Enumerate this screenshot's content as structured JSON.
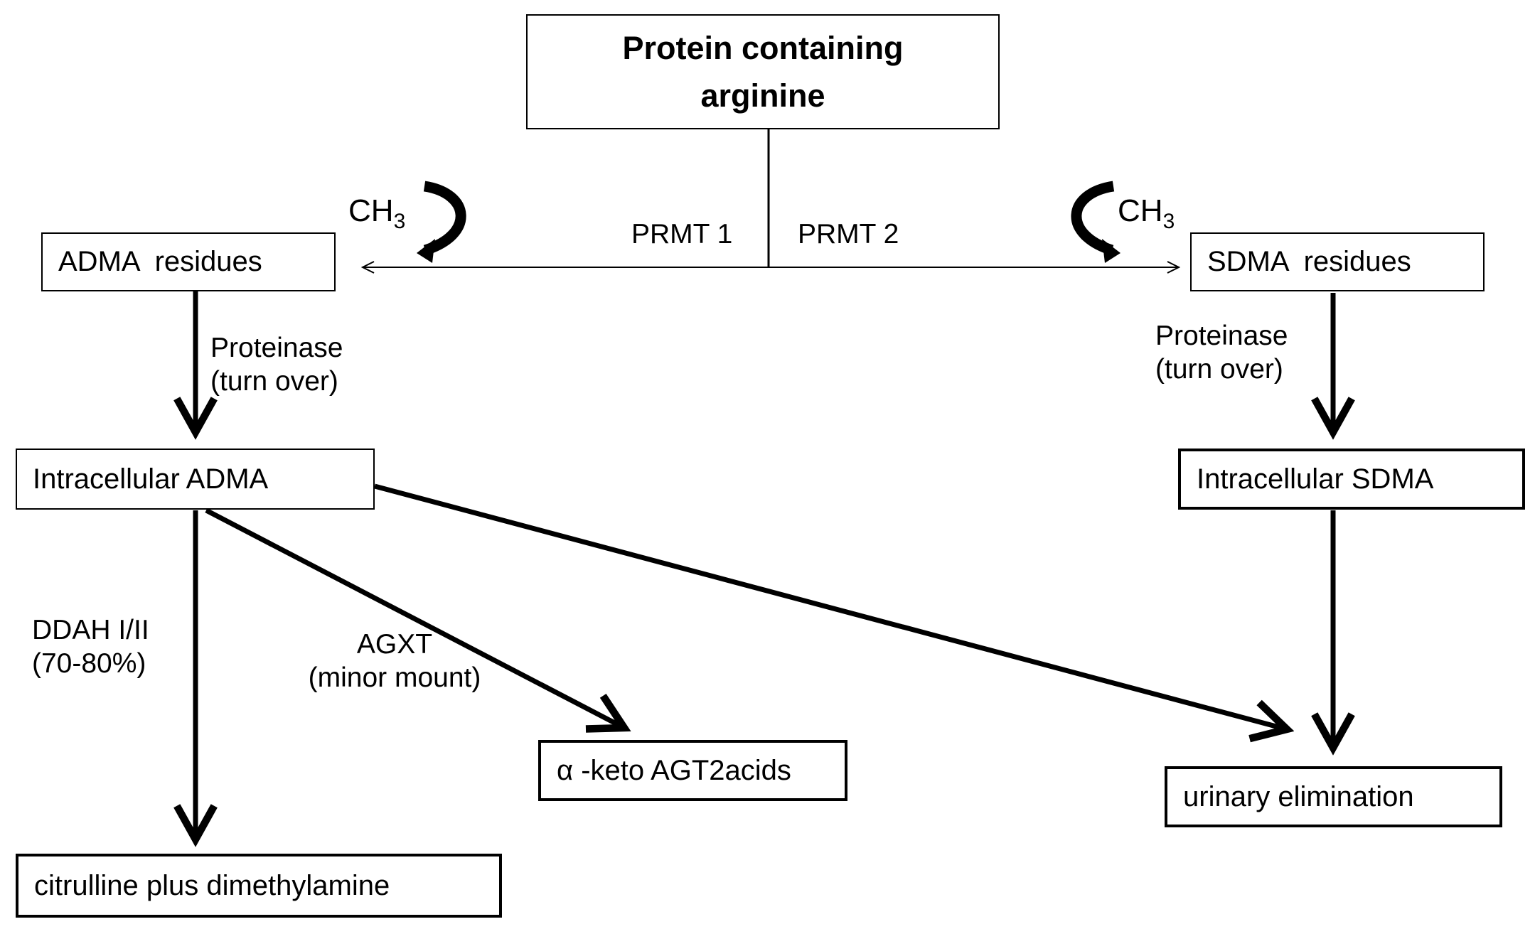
{
  "nodes": {
    "protein": {
      "line1": "Protein containing",
      "line2": "arginine"
    },
    "adma_residues": "ADMA  residues",
    "sdma_residues": "SDMA  residues",
    "intracellular_adma": "Intracellular ADMA",
    "intracellular_sdma": "Intracellular SDMA",
    "alpha_keto": "α -keto AGT2acids",
    "urinary": "urinary elimination",
    "citrulline": "citrulline plus dimethylamine"
  },
  "labels": {
    "prmt1": "PRMT 1",
    "prmt2": "PRMT 2",
    "ch3_main": "CH",
    "ch3_sub": "3",
    "proteinase_left": {
      "line1": "Proteinase",
      "line2": "(turn over)"
    },
    "proteinase_right": {
      "line1": "Proteinase",
      "line2": "(turn over)"
    },
    "ddah": {
      "line1": "DDAH I/II",
      "line2": "(70-80%)"
    },
    "agxt": {
      "line1": "AGXT",
      "line2": "(minor mount)"
    }
  },
  "colors": {
    "stroke": "#000000",
    "background": "#ffffff"
  }
}
